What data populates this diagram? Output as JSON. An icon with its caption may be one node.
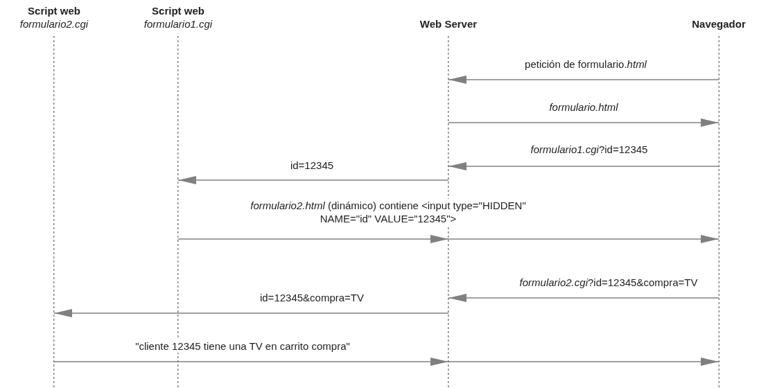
{
  "diagram": {
    "nodes": [
      {
        "text": [
          "Script web",
          "formulario2.cgi"
        ]
      },
      {
        "text": [
          "Script web",
          "formulario1.cgi"
        ]
      },
      {
        "text": [
          "Web Server"
        ]
      },
      {
        "text": [
          "Navegador"
        ]
      }
    ],
    "edges": [
      {
        "from": 3,
        "to": 2,
        "arrow": "to",
        "label": "petición de formulario.*html*"
      },
      {
        "from": 2,
        "to": 3,
        "arrow": "to",
        "label": "formulario.html"
      },
      {
        "from": 3,
        "to": 2,
        "arrow": "to",
        "label": "*formulario1.cgi*?id=12345"
      },
      {
        "from": 2,
        "to": 1,
        "arrow": "to",
        "label": "id=12345"
      },
      {
        "from": 1,
        "to": 2,
        "arrow": "to",
        "label": "*formulario2.html* (dinámico) contiene <input type=\"HIDDEN\" NAME=\"id\" VALUE=\"12345\">"
      },
      {
        "from": 2,
        "to": 3,
        "arrow": "to"
      },
      {
        "from": 3,
        "to": 2,
        "arrow": "to",
        "label": "*formulario2.cgi*?id=12345&compra=TV"
      },
      {
        "from": 2,
        "to": 0,
        "arrow": "to",
        "label": "id=12345&compra=TV"
      },
      {
        "from": 0,
        "to": 2,
        "arrow": "to",
        "label": "\"cliente 12345 tiene una TV en carrito compra\""
      },
      {
        "from": 2,
        "to": 3,
        "arrow": "to"
      }
    ]
  }
}
